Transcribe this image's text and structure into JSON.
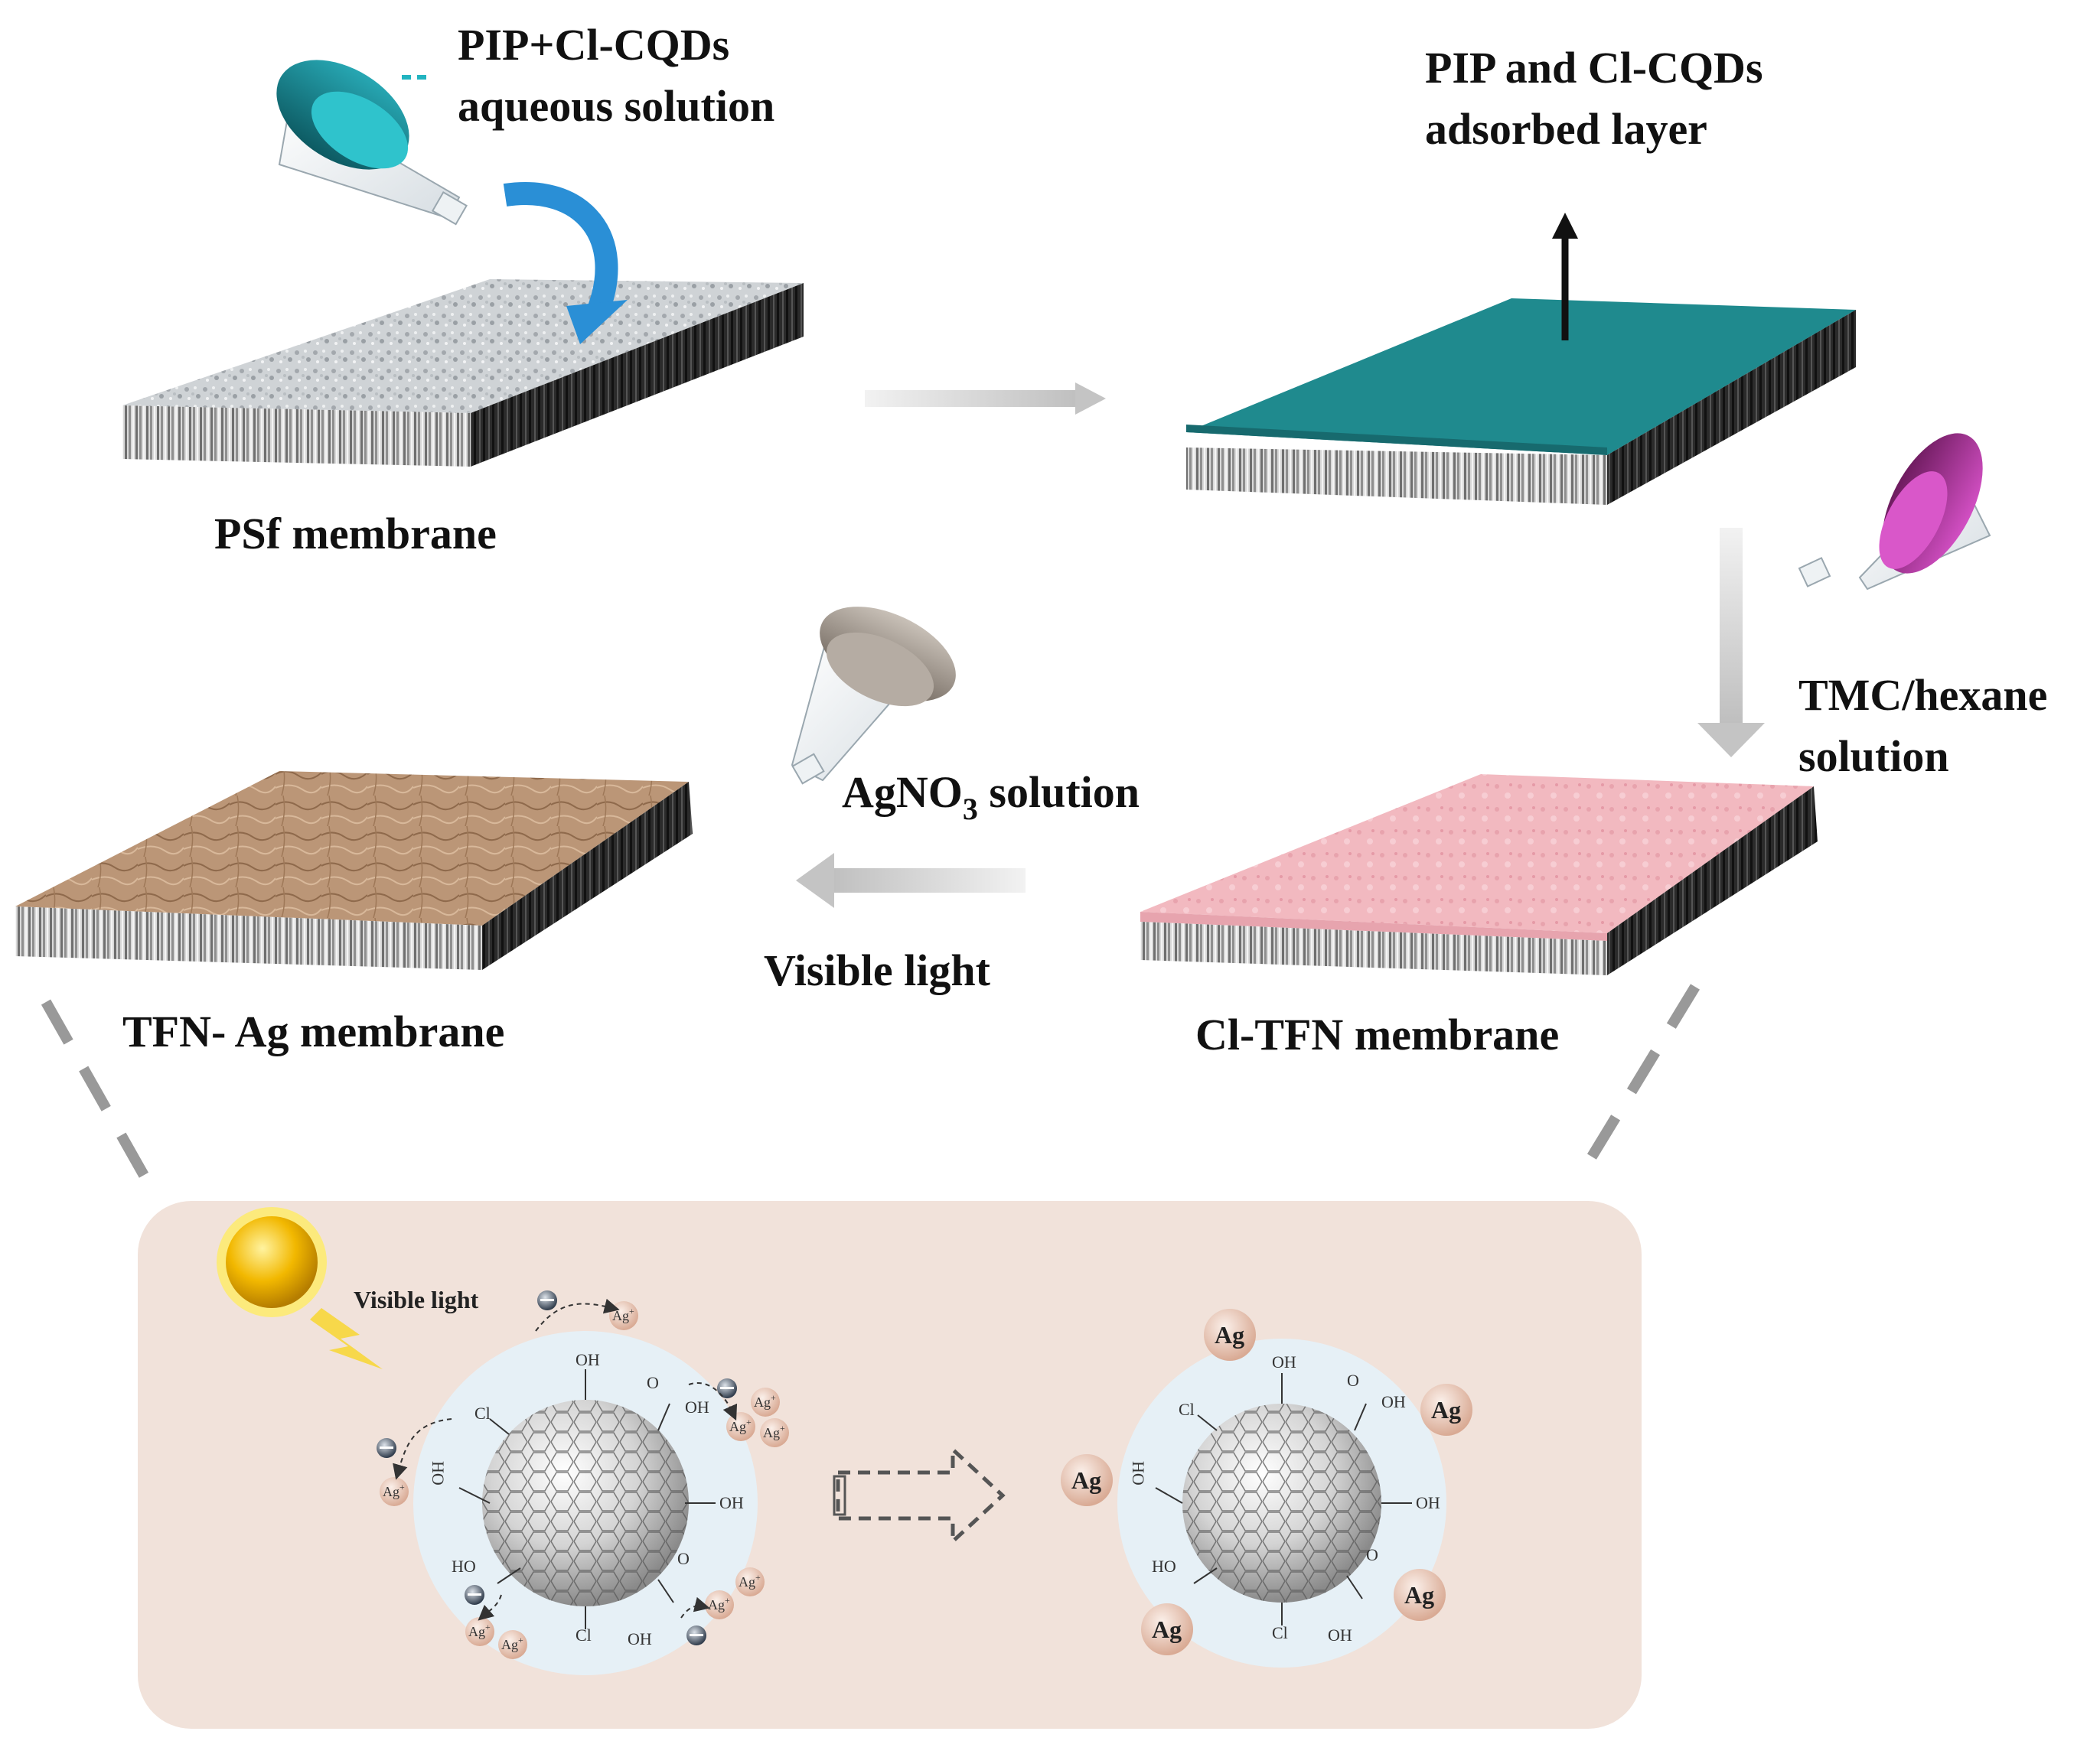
{
  "labels": {
    "pip_solution_line1": "PIP+Cl-CQDs",
    "pip_solution_line2": "aqueous solution",
    "adsorbed_line1": "PIP and Cl-CQDs",
    "adsorbed_line2": "adsorbed layer",
    "psf_membrane": "PSf membrane",
    "tmc_line1": "TMC/hexane",
    "tmc_line2": "solution",
    "agno3_prefix": "AgNO",
    "agno3_sub": "3",
    "agno3_suffix": " solution",
    "visible_light": "Visible light",
    "tfn_ag_membrane": "TFN- Ag membrane",
    "cl_tfn_membrane": "Cl-TFN membrane"
  },
  "inset": {
    "visible_light": "Visible light",
    "ag_ion": "Ag",
    "ag_ion_sup": "+",
    "ag": "Ag",
    "groups": {
      "oh": "OH",
      "cl": "Cl",
      "ho": "HO",
      "o": "O"
    }
  },
  "colors": {
    "teal_layer": "#1f8a8e",
    "pink_layer": "#f0b7be",
    "brown_layer": "#b89272",
    "inset_bg": "#f1e2da",
    "arrow_gray": "#d0d0d0",
    "blue_arrow": "#2a8fd6",
    "magenta_cap": "#b83aa8"
  }
}
